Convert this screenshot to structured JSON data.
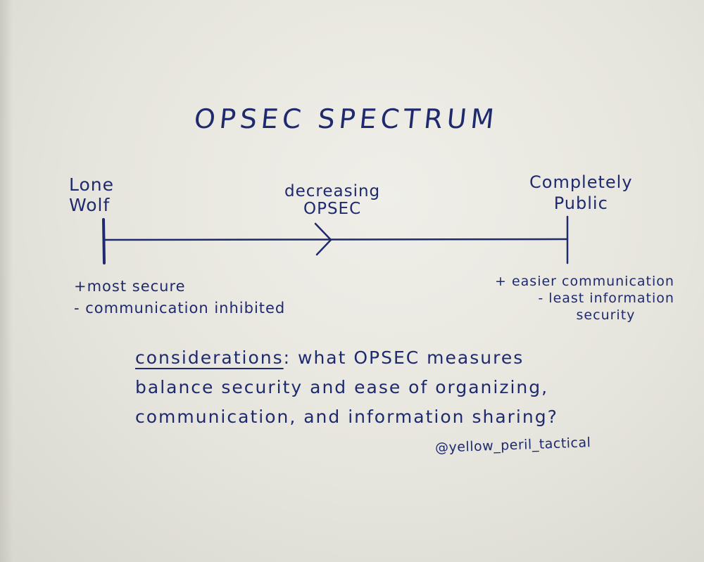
{
  "diagram": {
    "title": "OPSEC SPECTRUM",
    "left_end": {
      "label_line1": "Lone",
      "label_line2": "Wolf"
    },
    "middle": {
      "label_line1": "decreasing",
      "label_line2": "OPSEC"
    },
    "right_end": {
      "label_line1": "Completely",
      "label_line2": "Public"
    },
    "left_notes": {
      "plus": "+most secure",
      "minus": "- communication inhibited"
    },
    "right_notes": {
      "plus": "+ easier communication",
      "minus_line1": "- least information",
      "minus_line2": "security"
    },
    "considerations": {
      "heading": "considerations",
      "line1": ": what OPSEC measures",
      "line2": "balance security and ease of organizing,",
      "line3": "communication, and information sharing?"
    },
    "handle": "@yellow_peril_tactical"
  },
  "colors": {
    "ink": "#1f2a6e",
    "paper": "#e7e6df"
  }
}
